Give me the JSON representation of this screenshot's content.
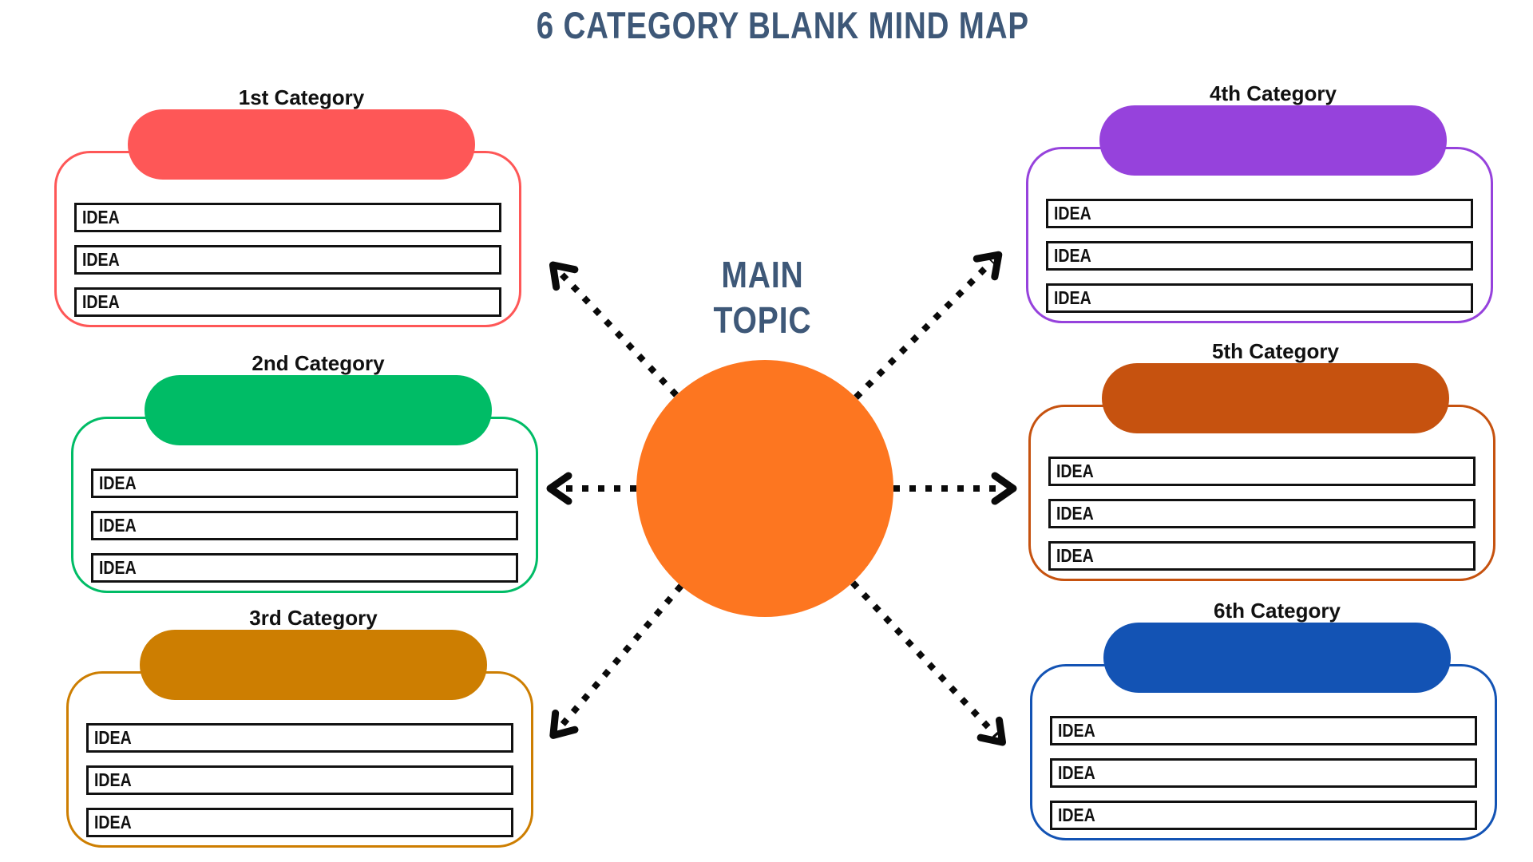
{
  "page": {
    "title": "6 CATEGORY BLANK MIND MAP",
    "title_color": "#3E5878",
    "background": "#FFFFFF",
    "connector_color": "#0A0A0A"
  },
  "center": {
    "line1": "MAIN",
    "line2": "TOPIC",
    "circle_color": "#FD7620",
    "text_color": "#3E5878"
  },
  "categories": [
    {
      "label": "1st Category",
      "color": "#FE5757",
      "ideas": [
        "IDEA",
        "IDEA",
        "IDEA"
      ]
    },
    {
      "label": "2nd Category",
      "color": "#00BC66",
      "ideas": [
        "IDEA",
        "IDEA",
        "IDEA"
      ]
    },
    {
      "label": "3rd Category",
      "color": "#CD7E01",
      "ideas": [
        "IDEA",
        "IDEA",
        "IDEA"
      ]
    },
    {
      "label": "4th Category",
      "color": "#9642DC",
      "ideas": [
        "IDEA",
        "IDEA",
        "IDEA"
      ]
    },
    {
      "label": "5th Category",
      "color": "#C6520F",
      "ideas": [
        "IDEA",
        "IDEA",
        "IDEA"
      ]
    },
    {
      "label": "6th Category",
      "color": "#1353B4",
      "ideas": [
        "IDEA",
        "IDEA",
        "IDEA"
      ]
    }
  ]
}
